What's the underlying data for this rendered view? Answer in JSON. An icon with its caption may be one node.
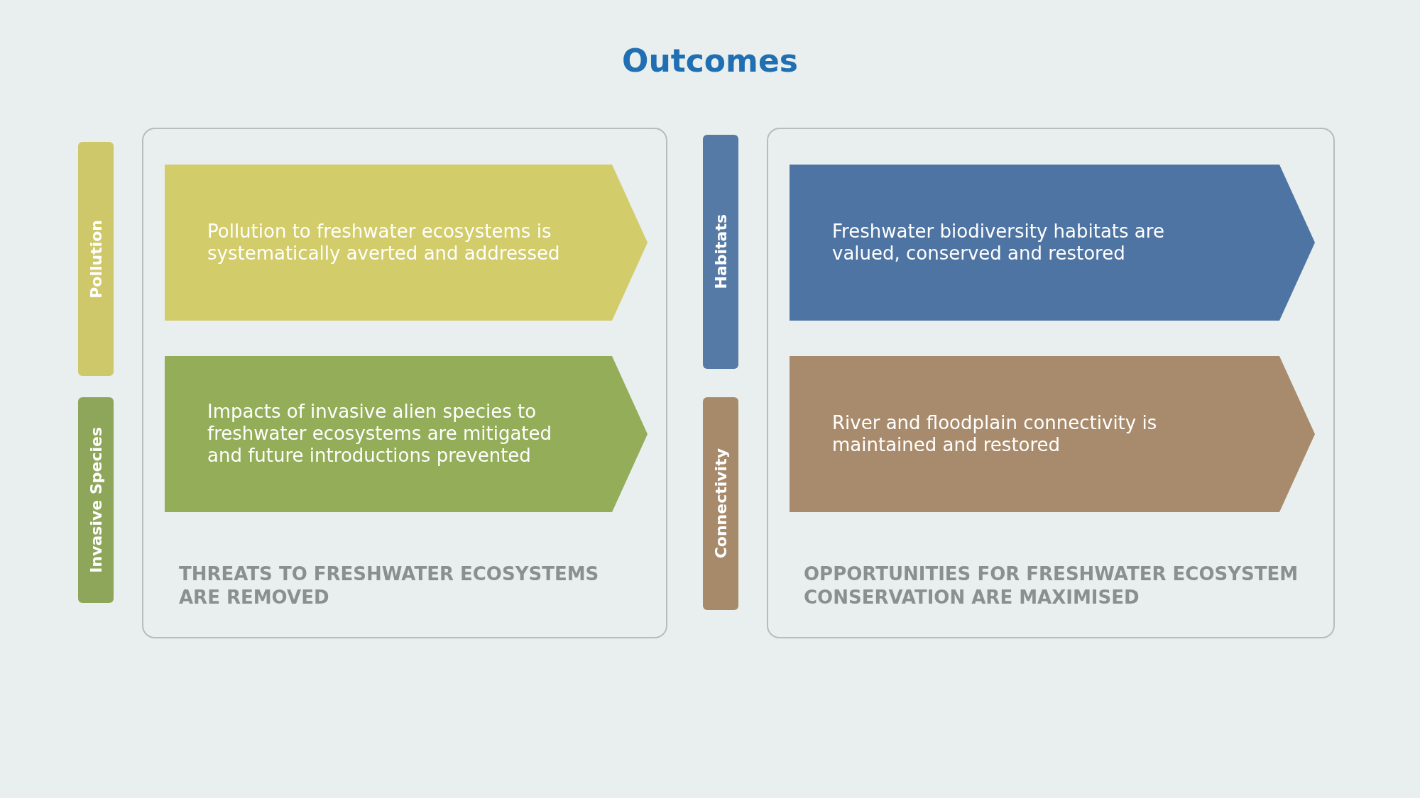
{
  "diagram": {
    "title": "Outcomes",
    "nodes": [
      {
        "text": [
          "Pollution"
        ]
      },
      {
        "text": [
          "Invasive Species"
        ]
      },
      {
        "text": [
          "THREATS TO FRESHWATER ECOSYSTEMS ARE REMOVED"
        ]
      },
      {
        "text": [
          "Pollution to freshwater ecosystems is systematically averted and addressed"
        ],
        "in": 2
      },
      {
        "text": [
          "Impacts of invasive alien species to freshwater ecosystems are mitigated and future introductions prevented"
        ],
        "in": 2
      },
      {
        "text": [
          "Habitats"
        ]
      },
      {
        "text": [
          "Connectivity"
        ]
      },
      {
        "text": [
          "OPPORTUNITIES FOR FRESHWATER ECOSYSTEM CONSERVATION ARE MAXIMISED"
        ]
      },
      {
        "text": [
          "Freshwater biodiversity habitats are valued, conserved and restored"
        ],
        "in": 7
      },
      {
        "text": [
          "River and floodplain connectivity is maintained and restored"
        ],
        "in": 7
      }
    ],
    "edges": []
  }
}
